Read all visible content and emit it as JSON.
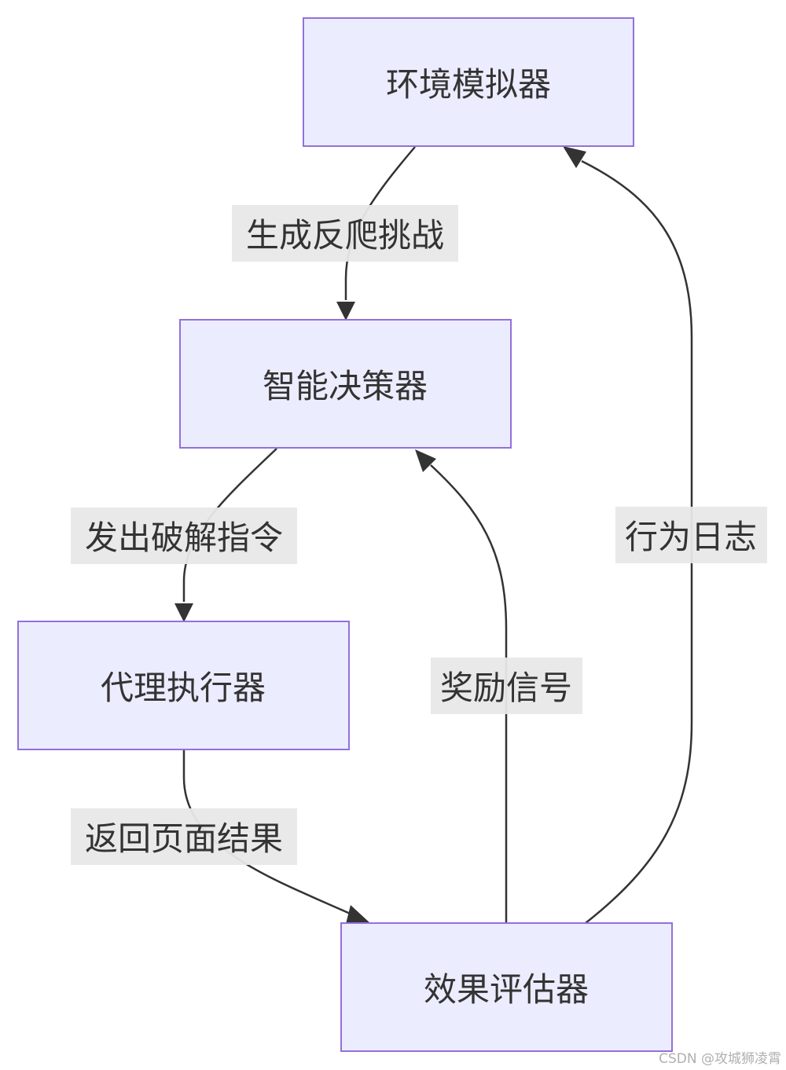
{
  "nodes": {
    "environment_simulator": "环境模拟器",
    "intelligent_decider": "智能决策器",
    "proxy_executor": "代理执行器",
    "effect_evaluator": "效果评估器"
  },
  "edges": {
    "generate_challenge": "生成反爬挑战",
    "issue_crack_command": "发出破解指令",
    "return_page_result": "返回页面结果",
    "reward_signal": "奖励信号",
    "behavior_log": "行为日志"
  },
  "watermark": "CSDN @攻城狮凌霄",
  "colors": {
    "node_fill": "#ececff",
    "node_stroke": "#9370db",
    "edge_stroke": "#333333",
    "label_background": "#e8e8e8",
    "text": "#333333"
  }
}
